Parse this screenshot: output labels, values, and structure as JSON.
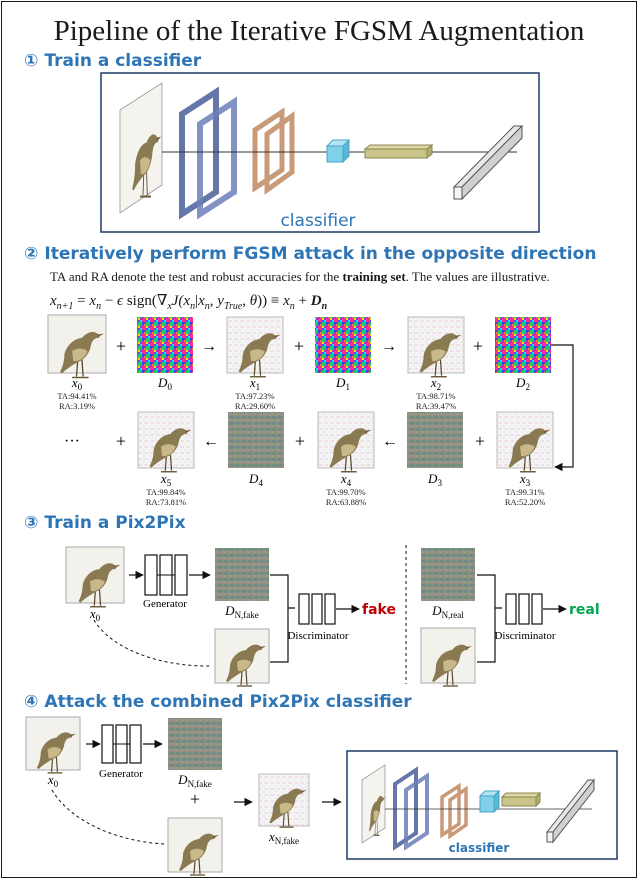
{
  "title": "Pipeline of the Iterative FGSM Augmentation",
  "colors": {
    "heading": "#2e75b6",
    "fake": "#c00000",
    "real": "#00a651",
    "frame": "#1f3864"
  },
  "steps": [
    {
      "num": "①",
      "label": "Train a classifier"
    },
    {
      "num": "②",
      "label": "Iteratively perform FGSM attack in the opposite direction"
    },
    {
      "num": "③",
      "label": "Train a Pix2Pix"
    },
    {
      "num": "④",
      "label": "Attack the combined Pix2Pix classifier"
    }
  ],
  "classifier_label": "classifier",
  "step2": {
    "note_pre": "TA and RA denote the test and robust accuracies for the ",
    "note_bold": "training set",
    "note_post": ". The values are illustrative.",
    "images": [
      {
        "label": "x",
        "sub": "0",
        "ta": "TA:94.41%",
        "ra": "RA:3.19%"
      },
      {
        "label": "x",
        "sub": "1",
        "ta": "TA:97.23%",
        "ra": "RA:29.60%"
      },
      {
        "label": "x",
        "sub": "2",
        "ta": "TA:98.71%",
        "ra": "RA:39.47%"
      },
      {
        "label": "x",
        "sub": "3",
        "ta": "TA:99.31%",
        "ra": "RA:52.20%"
      },
      {
        "label": "x",
        "sub": "4",
        "ta": "TA:99.70%",
        "ra": "RA:63.88%"
      },
      {
        "label": "x",
        "sub": "5",
        "ta": "TA:99.84%",
        "ra": "RA:73.81%"
      }
    ],
    "noise": [
      {
        "label": "D",
        "sub": "0"
      },
      {
        "label": "D",
        "sub": "1"
      },
      {
        "label": "D",
        "sub": "2"
      },
      {
        "label": "D",
        "sub": "3"
      },
      {
        "label": "D",
        "sub": "4"
      }
    ],
    "ellipsis": "···"
  },
  "step3": {
    "generator": "Generator",
    "discriminator": "Discriminator",
    "x0": {
      "label": "x",
      "sub": "0"
    },
    "d_fake": {
      "label": "D",
      "sub": "N,fake"
    },
    "d_real": {
      "label": "D",
      "sub": "N,real"
    },
    "fake": "fake",
    "real": "real"
  },
  "step4": {
    "generator": "Generator",
    "x0": {
      "label": "x",
      "sub": "0"
    },
    "d_fake": {
      "label": "D",
      "sub": "N,fake"
    },
    "x_fake": {
      "label": "x",
      "sub": "N,fake"
    },
    "plus": "+"
  }
}
